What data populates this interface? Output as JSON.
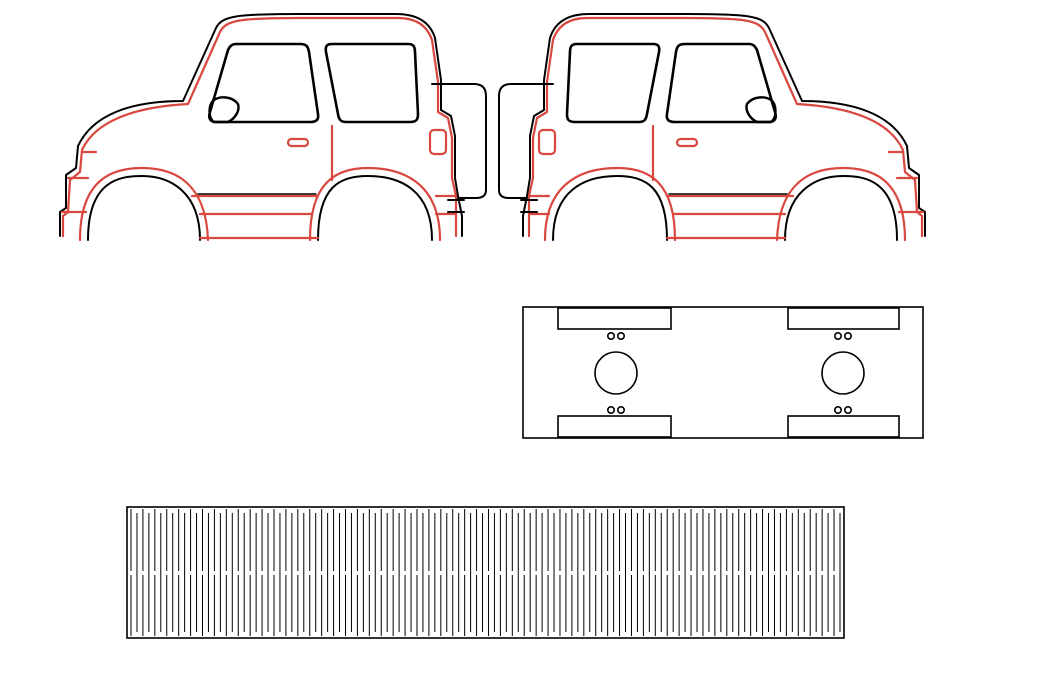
{
  "drawing": {
    "background": "#ffffff",
    "colors": {
      "cut": "#000000",
      "score": "#d9473f"
    },
    "parts": [
      "car-side-panel-left",
      "car-side-panel-right",
      "chassis-base-plate",
      "living-hinge-strip"
    ],
    "living_hinge": {
      "slot_rows": 2,
      "slot_count": 120
    },
    "chassis": {
      "wheel_tabs": 4,
      "axle_holes": 2,
      "pin_hole_pairs": 4
    }
  }
}
